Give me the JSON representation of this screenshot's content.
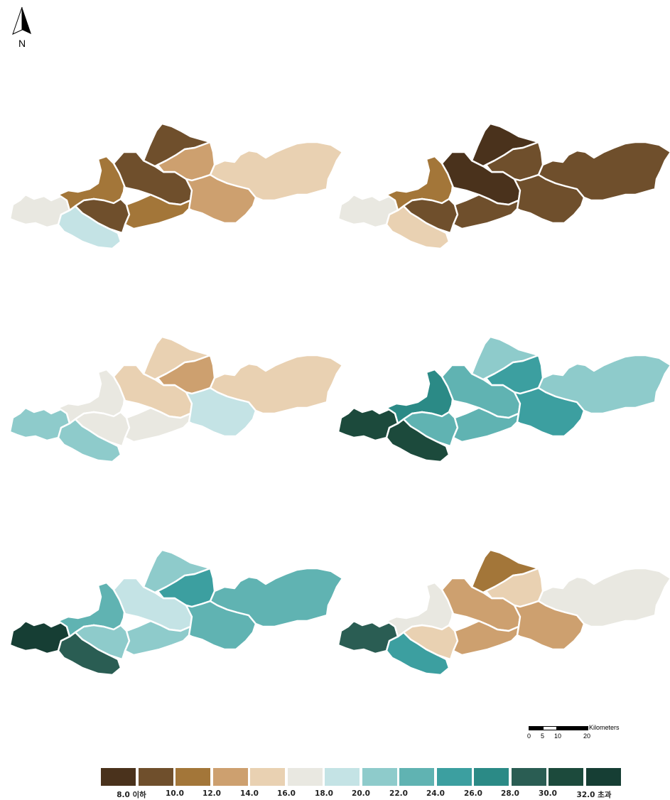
{
  "north_arrow": {
    "label": "N"
  },
  "palette": [
    "#4a321c",
    "#6f4f2c",
    "#a37639",
    "#cda06f",
    "#e9d1b2",
    "#e9e8e1",
    "#c4e3e5",
    "#8ecbcb",
    "#60b3b2",
    "#3c9fa0",
    "#2b8a86",
    "#2a5d53",
    "#1c4a3c",
    "#163e34"
  ],
  "panels": [
    {
      "id": "top-left",
      "region_classes": [
        5,
        6,
        2,
        1,
        1,
        2,
        1,
        3,
        3,
        4
      ]
    },
    {
      "id": "top-right",
      "region_classes": [
        5,
        4,
        2,
        1,
        0,
        1,
        0,
        1,
        1,
        1
      ]
    },
    {
      "id": "middle-left",
      "region_classes": [
        7,
        7,
        5,
        5,
        4,
        5,
        4,
        3,
        6,
        4
      ]
    },
    {
      "id": "middle-right",
      "region_classes": [
        12,
        12,
        10,
        8,
        8,
        8,
        7,
        9,
        9,
        7
      ]
    },
    {
      "id": "bottom-left",
      "region_classes": [
        13,
        11,
        8,
        7,
        6,
        7,
        7,
        9,
        8,
        8
      ]
    },
    {
      "id": "bottom-right",
      "region_classes": [
        11,
        9,
        5,
        4,
        3,
        3,
        2,
        4,
        3,
        5
      ]
    }
  ],
  "scale_bar": {
    "unit": "Kilometers",
    "ticks": [
      "0",
      "5",
      "10",
      "20"
    ]
  },
  "legend": {
    "labels": [
      "8.0 이하",
      "10.0",
      "12.0",
      "14.0",
      "16.0",
      "18.0",
      "20.0",
      "22.0",
      "24.0",
      "26.0",
      "28.0",
      "30.0",
      "32.0 초과"
    ]
  }
}
